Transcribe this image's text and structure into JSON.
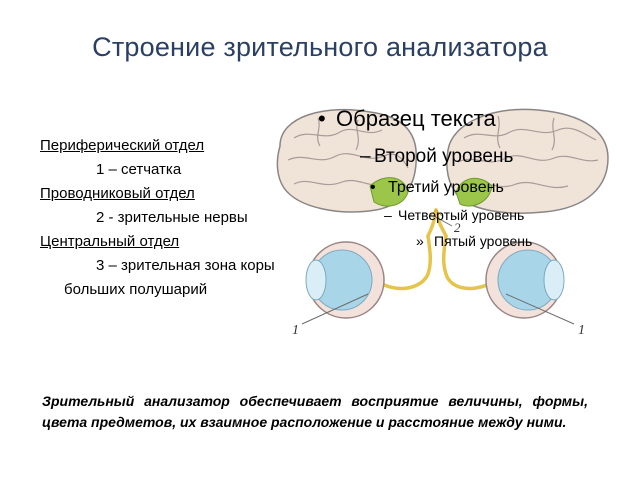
{
  "slide": {
    "title": "Строение зрительного анализатора"
  },
  "structure": {
    "items": [
      {
        "department": "Периферический отдел",
        "component": "1 – сетчатка"
      },
      {
        "department": "Проводниковый отдел",
        "component": "2  - зрительные нервы"
      },
      {
        "department": "Центральный отдел",
        "component_line1": "3 – зрительная зона коры",
        "component_line2": "больших полушарий"
      }
    ]
  },
  "outline_placeholder": {
    "level1": "Образец текста",
    "level2": "Второй уровень",
    "level3": "Третий уровень",
    "level4": "Четвертый уровень",
    "level5": "Пятый уровень"
  },
  "figure": {
    "label_retina_left": "1",
    "label_retina_right": "1",
    "label_nerves": "2"
  },
  "caption": "Зрительный анализатор обеспечивает восприятие величины, формы, цвета предметов, их взаимное расположение и расстояние между ними."
}
